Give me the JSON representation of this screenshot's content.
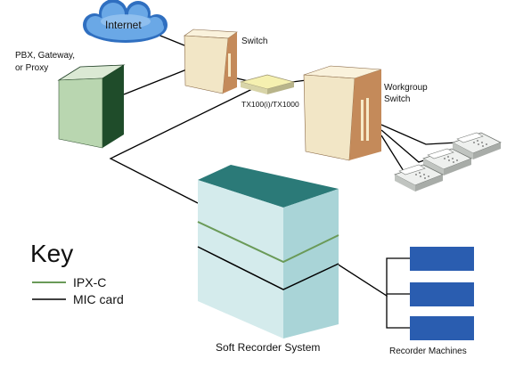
{
  "labels": {
    "internet": "Internet",
    "pbx_line1": "PBX, Gateway,",
    "pbx_line2": "or Proxy",
    "switch": "Switch",
    "tx": "TX100(i)/TX1000",
    "workgroup_line1": "Workgroup",
    "workgroup_line2": "Switch",
    "soft_recorder": "Soft Recorder System",
    "recorder_machines": "Recorder Machines"
  },
  "key": {
    "title": "Key",
    "items": [
      {
        "label": "IPX-C",
        "color": "#6a9a58"
      },
      {
        "label": "MIC card",
        "color": "#000000"
      }
    ]
  },
  "colors": {
    "cloud_fill": "#5f9fe0",
    "cloud_dark": "#2f6fc0",
    "pbx_front": "#b9d6b0",
    "pbx_side": "#1f4c2a",
    "switch_front": "#f2e6c6",
    "switch_side": "#c48a5a",
    "recorder_top": "#2b7a78",
    "recorder_front": "#d4ebec",
    "recorder_side": "#a9d4d7",
    "recorder_machine": "#2a5db0"
  }
}
